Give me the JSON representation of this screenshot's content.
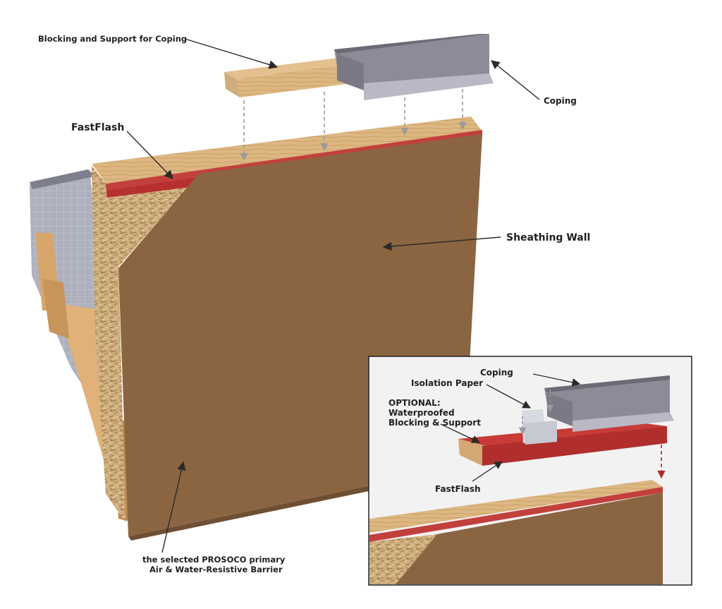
{
  "labels": {
    "blocking_support": "Blocking and Support for Coping",
    "coping": "Coping",
    "fastflash": "FastFlash",
    "sheathing_wall": "Sheathing Wall",
    "barrier_line1": "the selected PROSOCO primary",
    "barrier_line2": "Air & Water-Resistive Barrier"
  },
  "inset": {
    "coping": "Coping",
    "isolation_paper": "Isolation Paper",
    "optional_line1": "OPTIONAL:",
    "optional_line2": "Waterproofed",
    "optional_line3": "Blocking & Support",
    "fastflash": "FastFlash"
  },
  "colors": {
    "sheathing_brown": "#8b6542",
    "fastflash_red": "#b5302f",
    "wood_tan": "#d9b07a",
    "osb": "#c9a472",
    "coping_gray": "#8e8c98",
    "membrane_gray": "#9a9aa6",
    "leader_arrow": "#2a2a2a"
  },
  "icons": {
    "drop_arrows": "dashed-down-arrow"
  }
}
